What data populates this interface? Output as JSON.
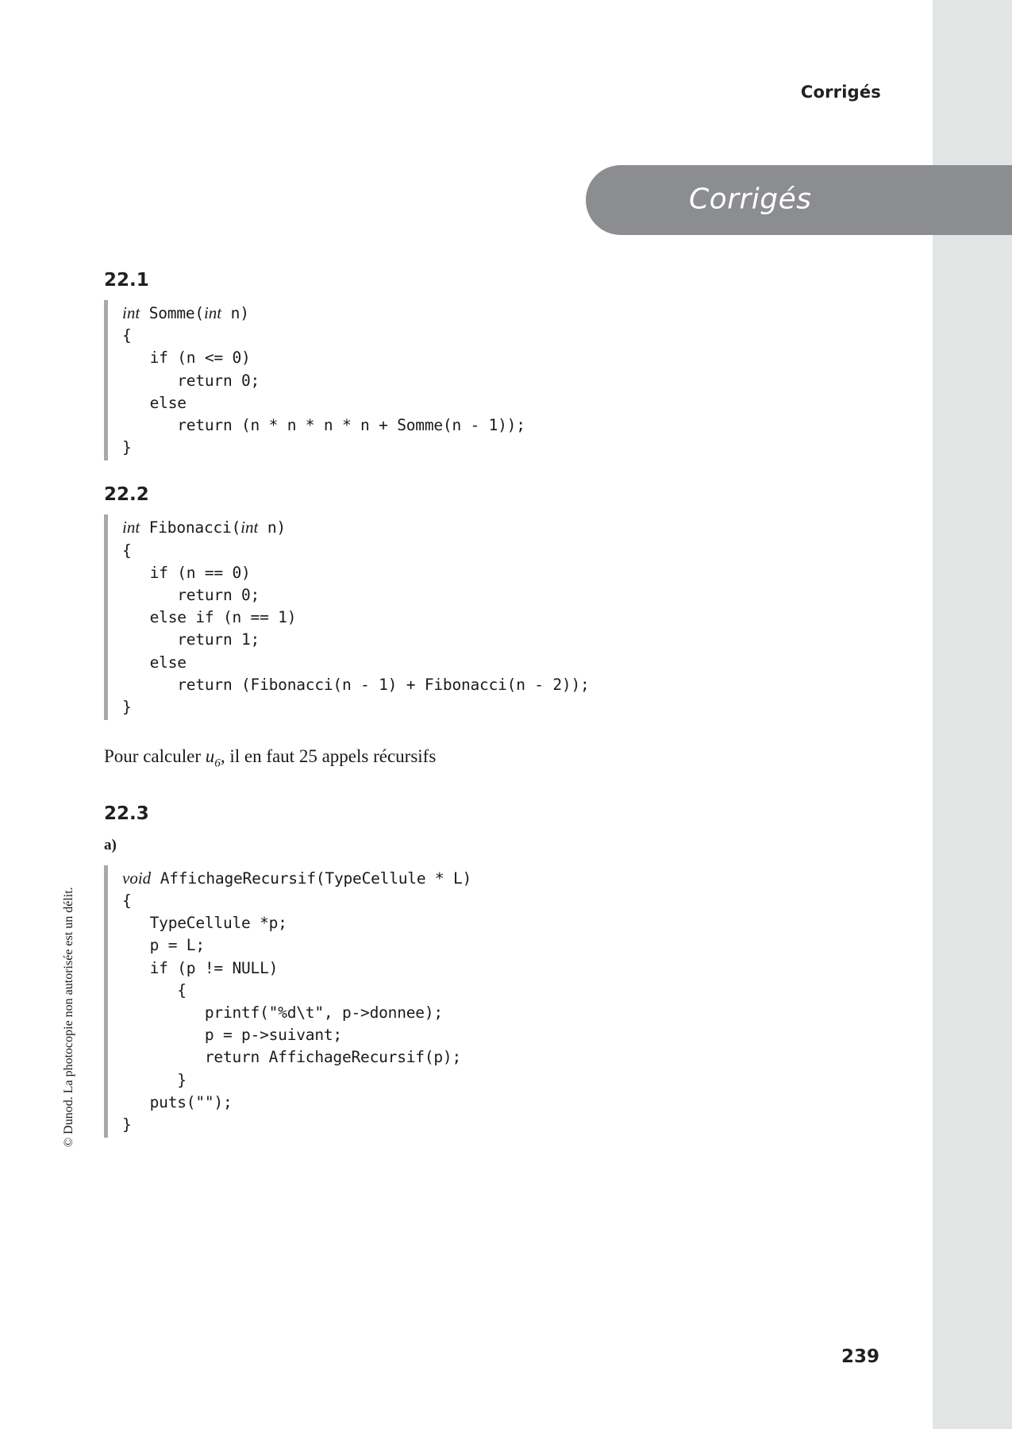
{
  "page": {
    "running_head": "Corrigés",
    "banner_label": "Corrigés",
    "folio": "239",
    "copyright_notice": "© Dunod. La photocopie non autorisée est un délit.",
    "banner_color": "#8b8d90",
    "edge_band_color": "#e3e5e5",
    "code_rule_color": "#a6a8ab"
  },
  "sections": [
    {
      "number": "22.1",
      "code": [
        {
          "keyword": "int",
          "rest": " Somme(",
          "kw2": "int",
          "tail": " n)"
        },
        {
          "text": "{"
        },
        {
          "text": "   if (n <= 0)"
        },
        {
          "text": "      return 0;"
        },
        {
          "text": "   else"
        },
        {
          "text": "      return (n * n * n * n + Somme(n - 1));"
        },
        {
          "text": "}"
        }
      ]
    },
    {
      "number": "22.2",
      "code": [
        {
          "keyword": "int",
          "rest": " Fibonacci(",
          "kw2": "int",
          "tail": " n)"
        },
        {
          "text": "{"
        },
        {
          "text": "   if (n == 0)"
        },
        {
          "text": "      return 0;"
        },
        {
          "text": "   else if (n == 1)"
        },
        {
          "text": "      return 1;"
        },
        {
          "text": "   else"
        },
        {
          "text": "      return (Fibonacci(n - 1) + Fibonacci(n - 2));"
        },
        {
          "text": "}"
        }
      ],
      "note_prefix": "Pour calculer ",
      "note_var": "u",
      "note_sub": "6",
      "note_suffix": ", il en faut 25 appels récursifs"
    },
    {
      "number": "22.3",
      "item_label": "a)",
      "code": [
        {
          "keyword": "void",
          "rest": " AffichageRecursif(TypeCellule * L)",
          "kw2": "",
          "tail": ""
        },
        {
          "text": "{"
        },
        {
          "text": "   TypeCellule *p;"
        },
        {
          "text": "   p = L;"
        },
        {
          "text": "   if (p != NULL)"
        },
        {
          "text": "      {"
        },
        {
          "text": "         printf(\"%d\\t\", p->donnee);"
        },
        {
          "text": "         p = p->suivant;"
        },
        {
          "text": "         return AffichageRecursif(p);"
        },
        {
          "text": "      }"
        },
        {
          "text": "   puts(\"\");"
        },
        {
          "text": "}"
        }
      ]
    }
  ]
}
